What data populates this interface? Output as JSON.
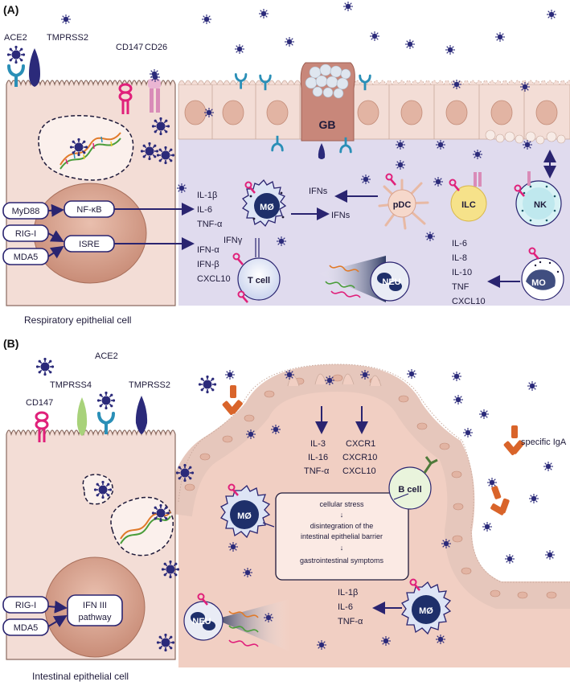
{
  "panel_a": {
    "tag": "(A)",
    "receptors": {
      "ace2": "ACE2",
      "tmprss2": "TMPRSS2",
      "cd147": "CD147",
      "cd26": "CD26"
    },
    "goblet": "GB",
    "sensors": [
      "MyD88",
      "RIG-I",
      "MDA5"
    ],
    "nfkb": "NF-κB",
    "isre": "ISRE",
    "cytokines_nfkb": [
      "IL-1β",
      "IL-6",
      "TNF-α"
    ],
    "cytokines_isre": [
      "IFN-α",
      "IFN-β",
      "CXCL10"
    ],
    "macrophage": "MØ",
    "pdc": "pDC",
    "ifns_top": "IFNs",
    "ifns_mid": "IFNs",
    "ifng": "IFNγ",
    "tcell": "T cell",
    "neu": "NEU",
    "ilc": "ILC",
    "nk": "NK",
    "mo": "MO",
    "mo_cytokines": [
      "IL-6",
      "IL-8",
      "IL-10",
      "TNF",
      "CXCL10"
    ],
    "cell_caption": "Respiratory epithelial cell"
  },
  "panel_b": {
    "tag": "(B)",
    "receptors": {
      "ace2": "ACE2",
      "tmprss4": "TMPRSS4",
      "tmprss2": "TMPRSS2",
      "cd147": "CD147"
    },
    "sensors": [
      "RIG-I",
      "MDA5"
    ],
    "pathway": [
      "IFN III",
      "pathway"
    ],
    "crypt_cytokines_left": [
      "IL-3",
      "IL-16",
      "TNF-α"
    ],
    "crypt_cytokines_right": [
      "CXCR1",
      "CXCR10",
      "CXCL10"
    ],
    "bcell": "B cell",
    "iga": "specific IgA",
    "macrophage": "MØ",
    "macrophage2": "MØ",
    "neu": "NEU",
    "stress": [
      "cellular stress",
      "↓",
      "disintegration of the",
      "intestinal epithelial barrier",
      "↓",
      "gastrointestinal symptoms"
    ],
    "bottom_cytokines": [
      "IL-1β",
      "IL-6",
      "TNF-α"
    ],
    "cell_caption": "Intestinal epithelial cell"
  },
  "colors": {
    "virus": "#2b2a7a",
    "arrow": "#2a2470",
    "cell": "#f3ddd6",
    "nucleus": "#d9a48e",
    "lumen_violet": "#e6e2f2",
    "tissue": "#f2d3c8",
    "pink": "#e0207a",
    "teal": "#2a8fb7",
    "green": "#a8d27a",
    "orange": "#d9642a"
  }
}
